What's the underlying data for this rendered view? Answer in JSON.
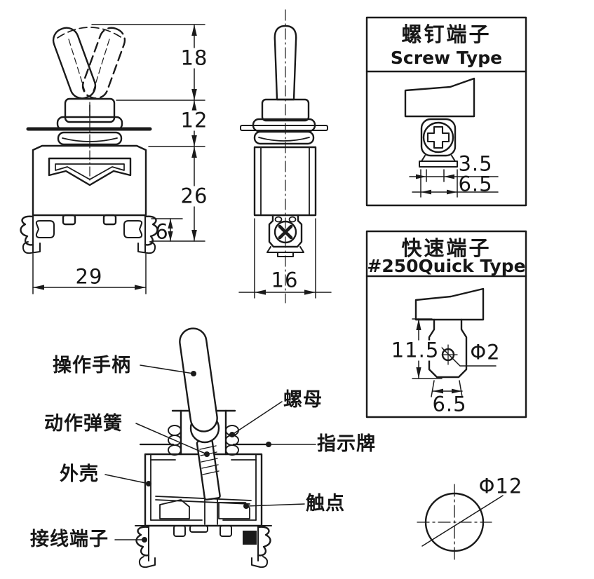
{
  "drawing": {
    "front_view": {
      "dim_lever_height": "18",
      "dim_bushing_height": "12",
      "dim_body_height": "26",
      "dim_terminal_height": "6",
      "dim_body_width": "29"
    },
    "side_view": {
      "dim_body_depth": "16"
    },
    "screw_box": {
      "title_zh": "螺钉端子",
      "title_en": "Screw Type",
      "dim_inner_width": "3.5",
      "dim_outer_width": "6.5"
    },
    "quick_box": {
      "title_zh": "快速端子",
      "title_en": "#250Quick Type",
      "dim_blade_height": "11.5",
      "dim_hole": "Φ2",
      "dim_blade_width": "6.5"
    },
    "section_labels": {
      "handle": "操作手柄",
      "nut": "螺母",
      "spring": "动作弹簧",
      "indicator": "指示牌",
      "shell": "外壳",
      "contact": "触点",
      "terminal": "接线端子"
    },
    "panel_hole": {
      "dim_diameter": "Φ12"
    }
  },
  "colors": {
    "line": "#1a1a1a",
    "background": "#ffffff"
  }
}
